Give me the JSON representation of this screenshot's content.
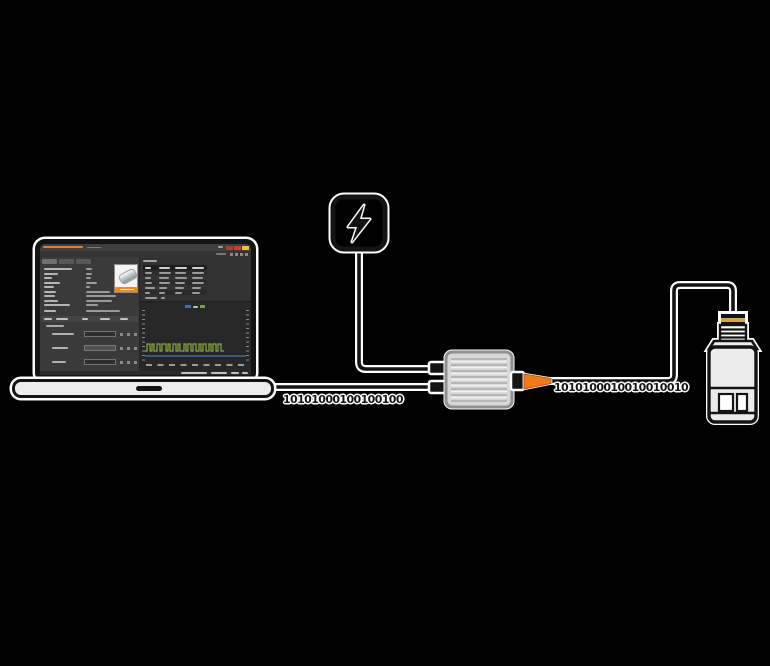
{
  "diagram": {
    "title_hint": "laptop-to-sensor connection diagram",
    "labels": {
      "cable_left_binary": "10101000100100100",
      "cable_right_binary": "1010100010010010010"
    },
    "colors": {
      "background": "#000000",
      "outline_black": "#141414",
      "halo_white": "#fdfdfd",
      "accent_orange": "#ee7c1f",
      "cone_orange": "#f07a18",
      "gold_band": "#d2a64a",
      "converter_gray": "#d7d7d7",
      "chart_green": "#8aa943",
      "chart_blue": "#47688f",
      "legend_blue": "#3e6db0",
      "legend_green": "#7ba043",
      "window_btn_red": "#d33b2a",
      "window_btn_darkred": "#a8402a",
      "window_btn_yellow": "#e9c52e"
    },
    "icons": {
      "power": "lightning-bolt-icon"
    }
  }
}
